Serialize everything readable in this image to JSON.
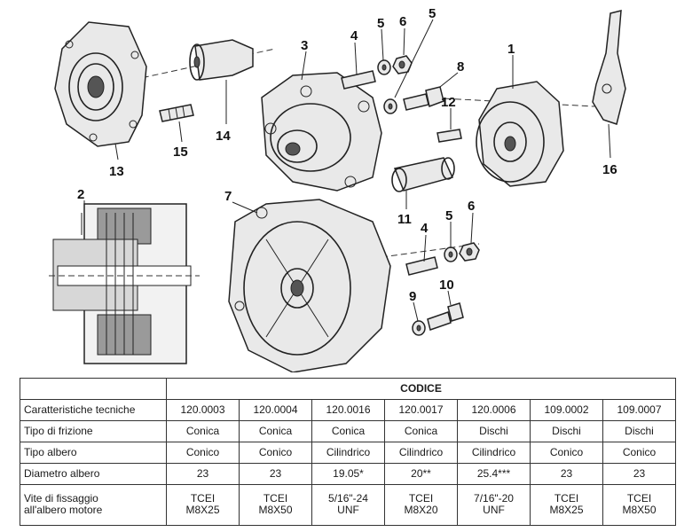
{
  "diagram": {
    "part_numbers": [
      "1",
      "2",
      "3",
      "4",
      "5",
      "6",
      "5",
      "8",
      "12",
      "13",
      "14",
      "15",
      "16",
      "7",
      "11",
      "4",
      "5",
      "6",
      "9",
      "10"
    ]
  },
  "table": {
    "group_header": "CODICE",
    "rows": [
      {
        "label": "Caratteristiche tecniche",
        "values": [
          "120.0003",
          "120.0004",
          "120.0016",
          "120.0017",
          "120.0006",
          "109.0002",
          "109.0007"
        ]
      },
      {
        "label": "Tipo di frizione",
        "values": [
          "Conica",
          "Conica",
          "Conica",
          "Conica",
          "Dischi",
          "Dischi",
          "Dischi"
        ]
      },
      {
        "label": "Tipo albero",
        "values": [
          "Conico",
          "Conico",
          "Cilindrico",
          "Cilindrico",
          "Cilindrico",
          "Conico",
          "Conico"
        ]
      },
      {
        "label": "Diametro albero",
        "values": [
          "23",
          "23",
          "19.05*",
          "20**",
          "25.4***",
          "23",
          "23"
        ]
      },
      {
        "label": "Vite di fissaggio\nall'albero motore",
        "values": [
          "TCEI\nM8X25",
          "TCEI\nM8X50",
          "5/16\"-24\nUNF",
          "TCEI\nM8X20",
          "7/16\"-20\nUNF",
          "TCEI\nM8X25",
          "TCEI\nM8X50"
        ]
      }
    ]
  }
}
